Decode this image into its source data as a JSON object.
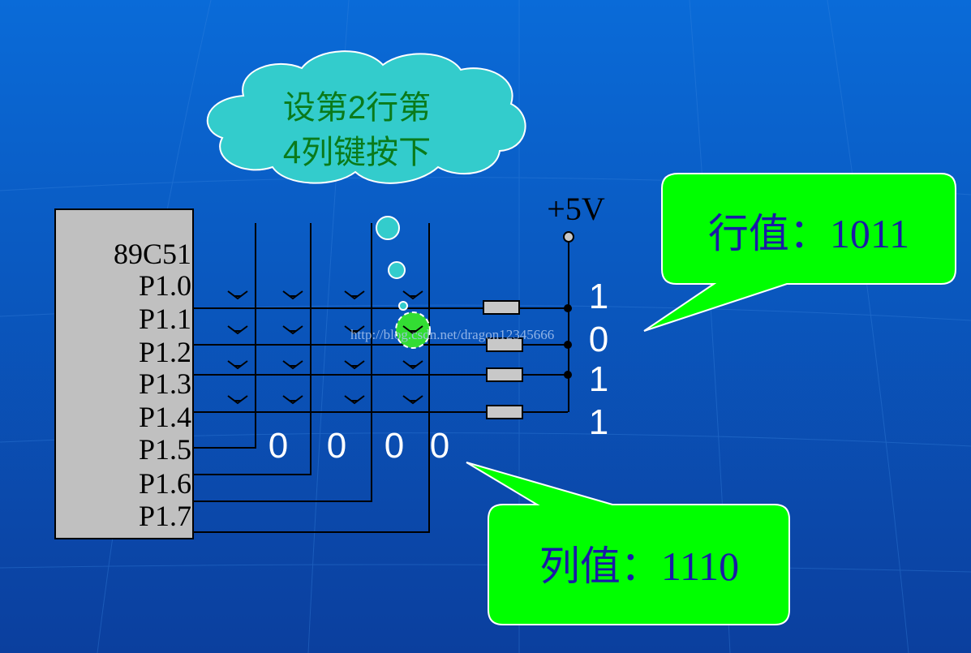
{
  "colors": {
    "background_top": "#0a6bd8",
    "background_bottom": "#0b3f9e",
    "cloud_fill": "#33cccc",
    "callout_fill": "#00ff00",
    "chip_fill": "#c0c0c0",
    "resistor_fill": "#c8c8c8",
    "pressed_key": "#33dd33",
    "callout_text": "#1a1aa6",
    "cloud_text": "#0a7a1a"
  },
  "chip": {
    "name": "89C51",
    "pins": [
      "P1.0",
      "P1.1",
      "P1.2",
      "P1.3",
      "P1.4",
      "P1.5",
      "P1.6",
      "P1.7"
    ]
  },
  "cloud": {
    "line1": "设第2行第",
    "line2": "4列键按下"
  },
  "supply_label": "+5V",
  "row_values": [
    "1",
    "0",
    "1",
    "1"
  ],
  "column_values": [
    "0",
    "0",
    "0",
    "0"
  ],
  "row_callout": {
    "text": "行值：1011"
  },
  "column_callout": {
    "text": "列值：1110"
  },
  "pressed_key": {
    "row": 2,
    "column": 4
  },
  "icons": {
    "key": "switch-icon",
    "resistor": "resistor-icon",
    "supply": "supply-terminal-icon",
    "junction": "junction-dot-icon"
  },
  "watermark": "http://blog.csdn.net/dragon12345666"
}
